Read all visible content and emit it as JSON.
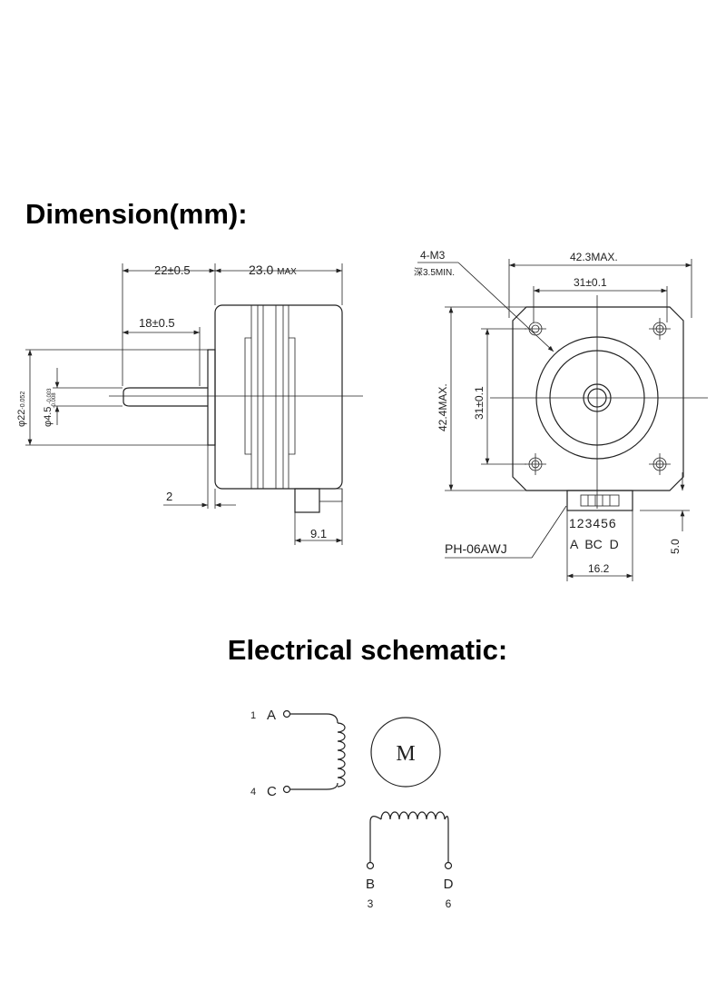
{
  "dimension": {
    "title": "Dimension(mm):",
    "side_view": {
      "shaft_length": "22±0.5",
      "body_length": "23.0",
      "body_length_suffix": "MAX",
      "flat_length": "18±0.5",
      "boss_diameter": "φ22",
      "boss_tol": "-0.052",
      "shaft_diameter": "φ4.5",
      "shaft_tol_upper": "-0.003",
      "shaft_tol_lower": "-0.008",
      "boss_height": "2",
      "connector_offset": "9.1"
    },
    "front_view": {
      "holes": "4-M3",
      "hole_depth": "深3.5MIN.",
      "width": "42.3MAX.",
      "hole_spacing_h": "31±0.1",
      "height": "42.4MAX.",
      "hole_spacing_v": "31±0.1",
      "connector_model": "PH-06AWJ",
      "pin_numbers": "123456",
      "pin_phases": "A  BC  D",
      "connector_width": "16.2",
      "connector_height": "5.0"
    }
  },
  "schematic": {
    "title": "Electrical schematic:",
    "motor_label": "M",
    "pins": [
      {
        "num": "1",
        "name": "A"
      },
      {
        "num": "4",
        "name": "C"
      },
      {
        "num": "3",
        "name": "B"
      },
      {
        "num": "6",
        "name": "D"
      }
    ]
  }
}
